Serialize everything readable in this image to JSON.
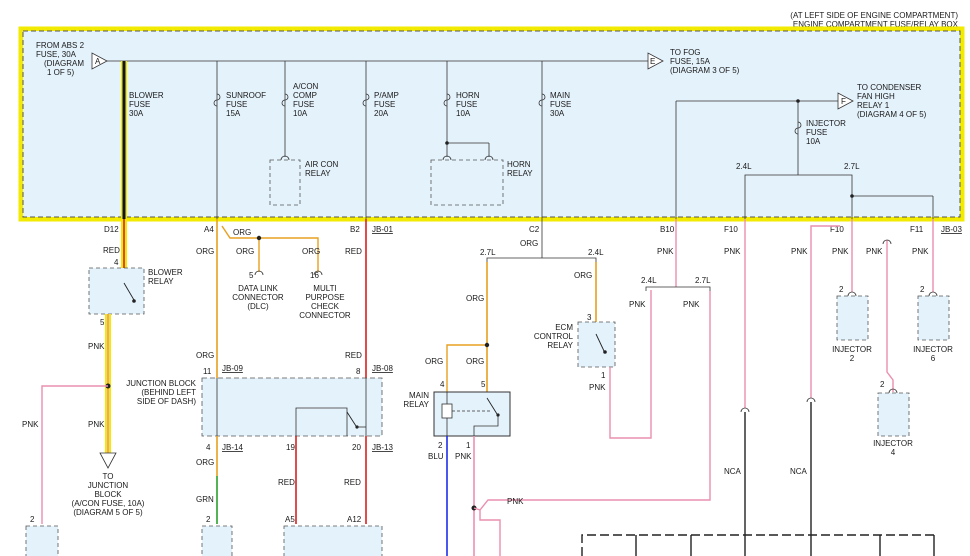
{
  "header": {
    "location_line1": "(AT LEFT SIDE OF ENGINE COMPARTMENT)",
    "location_line2": "ENGINE COMPARTMENT FUSE/RELAY BOX"
  },
  "fuse_box": {
    "source_connector": "A",
    "source_lines": [
      "FROM ABS 2",
      "FUSE, 30A",
      "(DIAGRAM",
      "1 OF 5)"
    ],
    "fog_connector": "E",
    "fog_lines": [
      "TO FOG",
      "FUSE, 15A",
      "(DIAGRAM 3 OF 5)"
    ],
    "condenser_connector": "F",
    "condenser_lines": [
      "TO CONDENSER",
      "FAN HIGH",
      "RELAY 1",
      "(DIAGRAM 4 OF 5)"
    ],
    "fuses": {
      "blower": [
        "BLOWER",
        "FUSE",
        "30A"
      ],
      "sunroof": [
        "SUNROOF",
        "FUSE",
        "15A"
      ],
      "acon_comp": [
        "A/CON",
        "COMP",
        "FUSE",
        "10A"
      ],
      "pamp": [
        "P/AMP",
        "FUSE",
        "20A"
      ],
      "horn": [
        "HORN",
        "FUSE",
        "10A"
      ],
      "main": [
        "MAIN",
        "FUSE",
        "30A"
      ],
      "injector": [
        "INJECTOR",
        "FUSE",
        "10A"
      ]
    },
    "relays": {
      "aircon": [
        "AIR CON",
        "RELAY"
      ],
      "horn": [
        "HORN",
        "RELAY"
      ]
    },
    "engine_24l": "2.4L",
    "engine_27l": "2.7L"
  },
  "pins": {
    "d12": "D12",
    "a4": "A4",
    "b2": "B2",
    "jb01": "JB-01",
    "c2": "C2",
    "b10": "B10",
    "f10a": "F10",
    "f10b": "F10",
    "f11": "F11",
    "jb03": "JB-03",
    "jb09": "JB-09",
    "jb08": "JB-08",
    "jb14": "JB-14",
    "jb13": "JB-13",
    "p4a": "4",
    "p5a": "5",
    "p11": "11",
    "p8": "8",
    "p4b": "4",
    "p19": "19",
    "p20": "20",
    "p5dlc": "5",
    "p16": "16",
    "p2a": "2",
    "p2b": "2",
    "pa5": "A5",
    "pa12": "A12",
    "p3ecm": "3",
    "p1ecm": "1",
    "p4main": "4",
    "p5main": "5",
    "p2main": "2",
    "p1main": "1",
    "p2inj2": "2",
    "p2inj6": "2",
    "p2inj4": "2",
    "p2left": "2"
  },
  "wires": {
    "red1": "RED",
    "pnk1": "PNK",
    "pnk2": "PNK",
    "pnk3": "PNK",
    "org1": "ORG",
    "org2": "ORG",
    "org3": "ORG",
    "org4": "ORG",
    "org5": "ORG",
    "red2": "RED",
    "red3": "RED",
    "red4": "RED",
    "org6": "ORG",
    "grn": "GRN",
    "l27a": "2.7L",
    "l24a": "2.4L",
    "org7": "ORG",
    "org8": "ORG",
    "org9": "ORG",
    "org10": "ORG",
    "org11": "ORG",
    "org12": "ORG",
    "pnk4": "PNK",
    "l24b": "2.4L",
    "l27b": "2.7L",
    "pnk5": "PNK",
    "pnk6": "PNK",
    "pnk7": "PNK",
    "pnk8": "PNK",
    "blu": "BLU",
    "pnk9": "PNK",
    "pnk10": "PNK",
    "pnk11": "PNK",
    "pnk12": "PNK",
    "pnk13": "PNK",
    "pnk14": "PNK",
    "nca1": "NCA",
    "nca2": "NCA"
  },
  "components": {
    "blower_relay": [
      "BLOWER",
      "RELAY"
    ],
    "dlc": [
      "DATA LINK",
      "CONNECTOR",
      "(DLC)"
    ],
    "mpc": [
      "MULTI",
      "PURPOSE",
      "CHECK",
      "CONNECTOR"
    ],
    "junction_block": [
      "JUNCTION BLOCK",
      "(BEHIND LEFT",
      "SIDE OF DASH)"
    ],
    "to_jb": [
      "TO",
      "JUNCTION",
      "BLOCK",
      "(A/CON FUSE, 10A)",
      "(DIAGRAM 5 OF 5)"
    ],
    "ecm_relay": [
      "ECM",
      "CONTROL",
      "RELAY"
    ],
    "main_relay": [
      "MAIN",
      "RELAY"
    ],
    "injector2": [
      "INJECTOR",
      "2"
    ],
    "injector6": [
      "INJECTOR",
      "6"
    ],
    "injector4": [
      "INJECTOR",
      "4"
    ]
  },
  "colors": {
    "highlight": "#f2ea00",
    "box_fill": "#e4f2fb",
    "orange": "#e8a020",
    "red": "#d92020",
    "pink": "#ec8fb0",
    "blue": "#1c2ee8",
    "green": "#2aa02a"
  }
}
